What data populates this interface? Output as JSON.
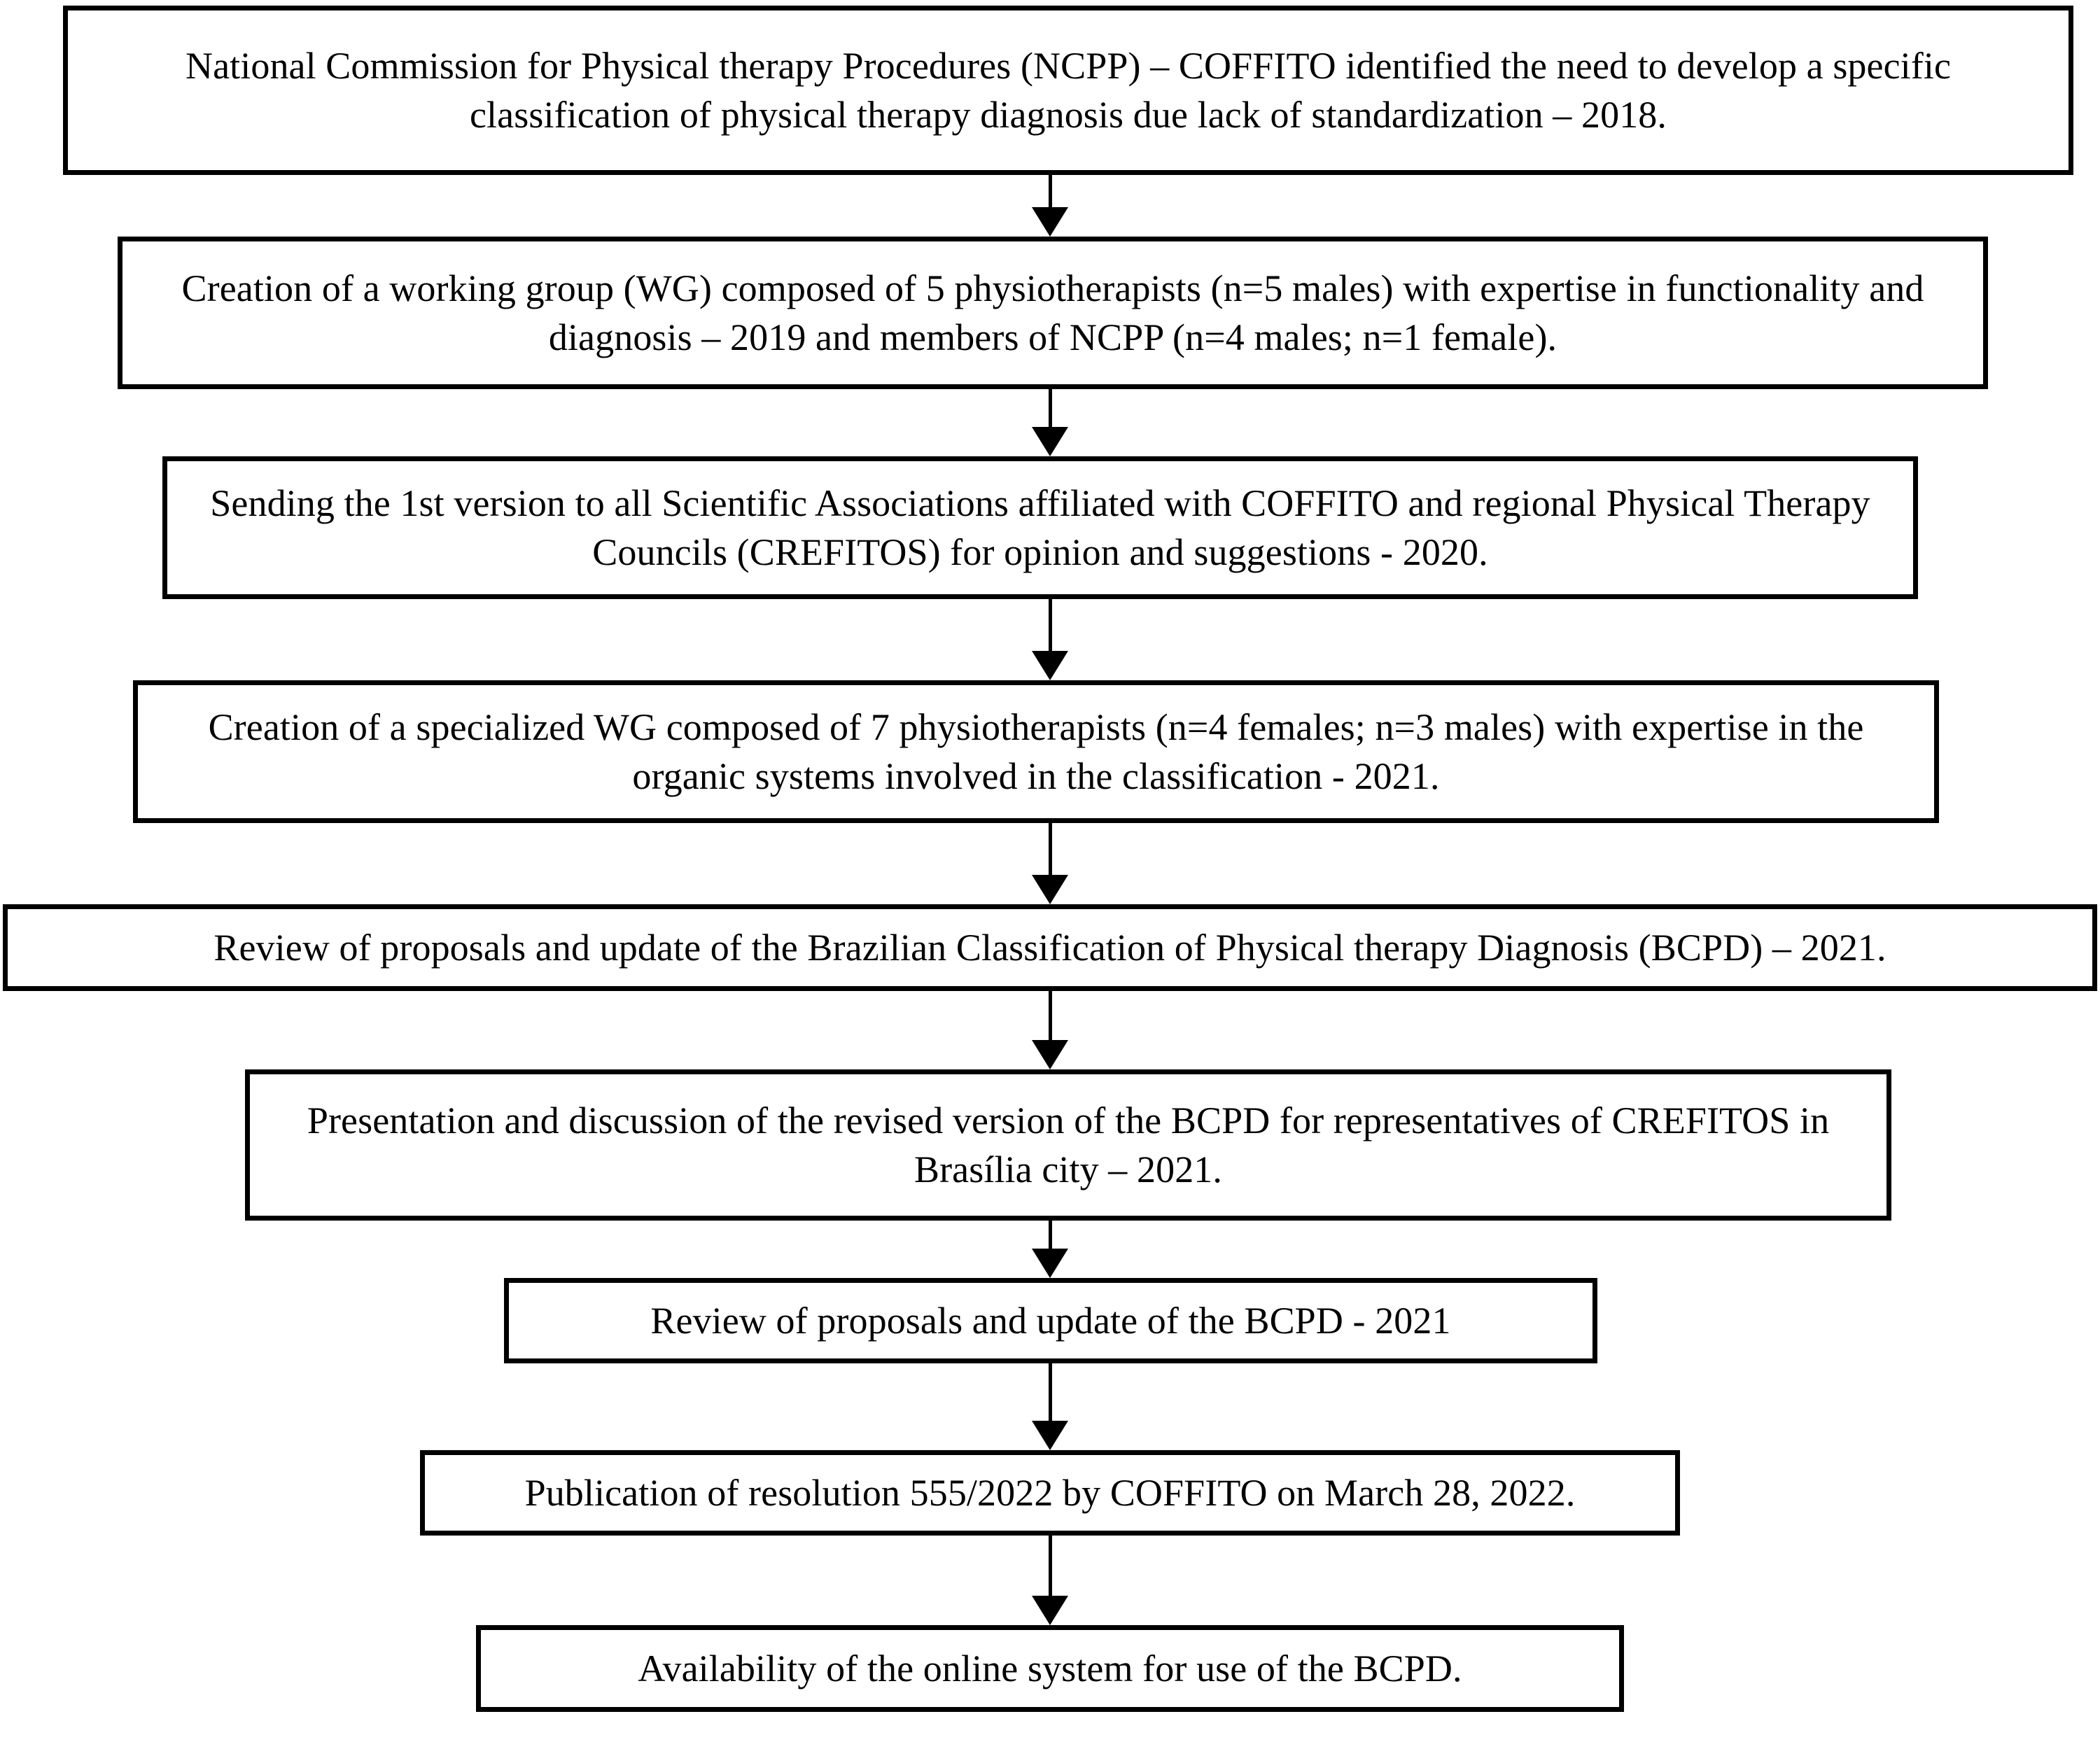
{
  "diagram": {
    "title": "BCPD development flowchart",
    "orientation": "top-to-bottom",
    "box_border_color": "#000000",
    "box_fill_color": "#ffffff",
    "text_color": "#000000",
    "connector_color": "#000000",
    "nodes": [
      {
        "id": "node-1",
        "order": 1,
        "text": "National Commission for Physical therapy Procedures (NCPP) – COFFITO identified the need to develop a specific classification of physical therapy diagnosis due lack of standardization – 2018.",
        "year": "2018"
      },
      {
        "id": "node-2",
        "order": 2,
        "text": "Creation of a working group (WG) composed of 5 physiotherapists (n=5 males) with expertise in functionality and diagnosis – 2019 and members of NCPP (n=4 males; n=1 female).",
        "year": "2019"
      },
      {
        "id": "node-3",
        "order": 3,
        "text": "Sending the 1st version to all Scientific Associations affiliated with COFFITO and regional Physical Therapy Councils (CREFITOS) for opinion and suggestions - 2020.",
        "year": "2020"
      },
      {
        "id": "node-4",
        "order": 4,
        "text": "Creation of a specialized WG composed of 7 physiotherapists (n=4 females; n=3 males) with expertise in the organic systems involved in the classification - 2021.",
        "year": "2021"
      },
      {
        "id": "node-5",
        "order": 5,
        "text": "Review of proposals and update of the Brazilian Classification of Physical therapy Diagnosis (BCPD) – 2021.",
        "year": "2021"
      },
      {
        "id": "node-6",
        "order": 6,
        "text": "Presentation and discussion of the revised version of the BCPD for representatives of CREFITOS in Brasília city – 2021.",
        "year": "2021"
      },
      {
        "id": "node-7",
        "order": 7,
        "text": "Review of proposals and update of the BCPD - 2021",
        "year": "2021"
      },
      {
        "id": "node-8",
        "order": 8,
        "text": "Publication of resolution 555/2022 by COFFITO on March 28, 2022.",
        "year": "2022"
      },
      {
        "id": "node-9",
        "order": 9,
        "text": "Availability of the online system for use of the BCPD.",
        "year": ""
      }
    ],
    "connectors": [
      {
        "id": "conn-1",
        "from": "node-1",
        "to": "node-2",
        "arrowhead": "filled-triangle-down"
      },
      {
        "id": "conn-2",
        "from": "node-2",
        "to": "node-3",
        "arrowhead": "filled-triangle-down"
      },
      {
        "id": "conn-3",
        "from": "node-3",
        "to": "node-4",
        "arrowhead": "filled-triangle-down"
      },
      {
        "id": "conn-4",
        "from": "node-4",
        "to": "node-5",
        "arrowhead": "filled-triangle-down"
      },
      {
        "id": "conn-5",
        "from": "node-5",
        "to": "node-6",
        "arrowhead": "filled-triangle-down"
      },
      {
        "id": "conn-6",
        "from": "node-6",
        "to": "node-7",
        "arrowhead": "filled-triangle-down"
      },
      {
        "id": "conn-7",
        "from": "node-7",
        "to": "node-8",
        "arrowhead": "filled-triangle-down"
      },
      {
        "id": "conn-8",
        "from": "node-8",
        "to": "node-9",
        "arrowhead": "filled-triangle-down"
      }
    ]
  }
}
